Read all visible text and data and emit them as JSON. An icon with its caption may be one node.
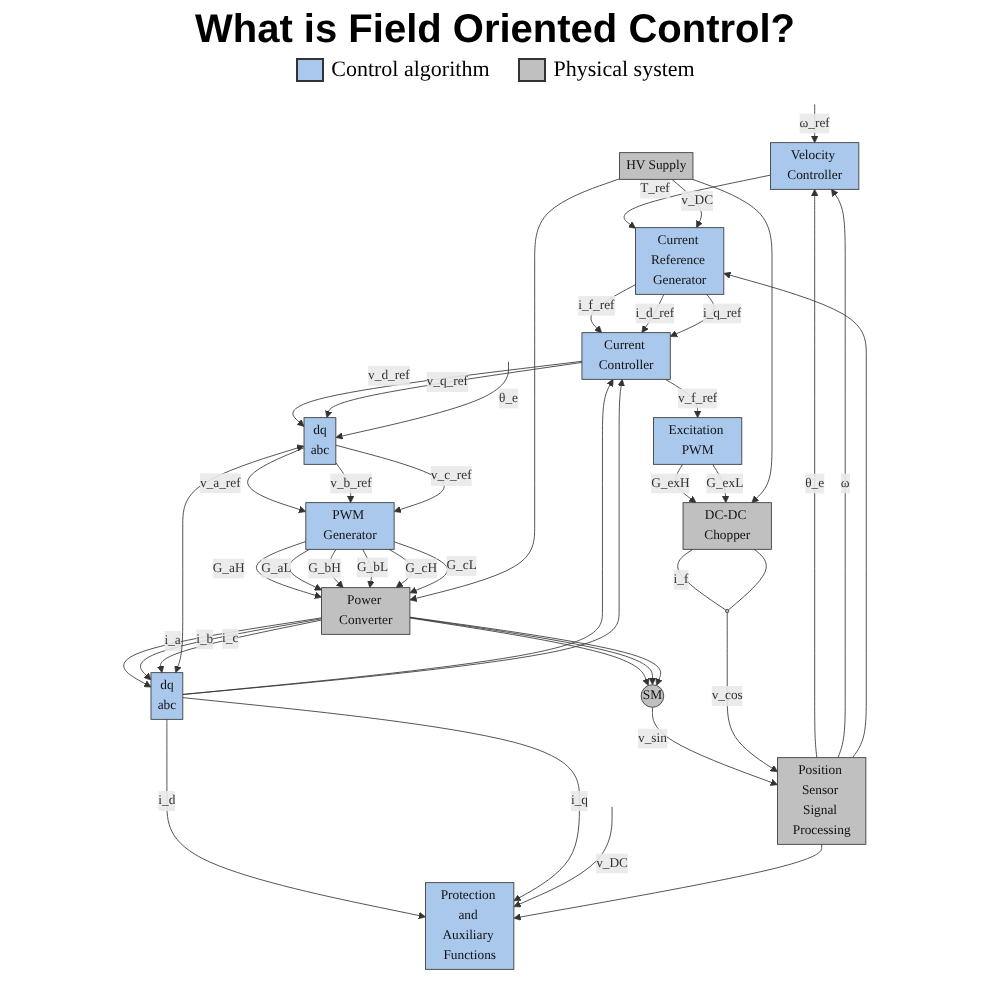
{
  "diagram": {
    "title": "What is Field Oriented Control?",
    "nodes": [
      {
        "text": [
          "Velocity Controller"
        ]
      },
      {
        "text": [
          "Current Reference Generator"
        ]
      },
      {
        "text": [
          "Current Controller"
        ]
      },
      {
        "text": [
          "dq",
          "abc"
        ]
      },
      {
        "text": [
          "Excitation PWM"
        ]
      },
      {
        "text": [
          "PWM Generator"
        ]
      },
      {
        "text": [
          "HV Supply"
        ]
      },
      {
        "text": [
          "Power Converter"
        ]
      },
      {
        "text": [
          "DC-DC Chopper"
        ]
      },
      {
        "text": [
          "Protection and Auxiliary Functions"
        ]
      },
      {
        "text": [
          "dq",
          "abc"
        ]
      },
      {
        "text": [
          "SM"
        ]
      },
      {
        "text": [],
        "shape": "circle"
      },
      {
        "text": [
          "Position Sensor Signal Processing"
        ]
      }
    ],
    "edges": [
      {
        "from": null,
        "to": 0,
        "arrow": "to",
        "label": "ω_ref"
      },
      {
        "from": 0,
        "to": 1,
        "arrow": "to",
        "label": "T_ref"
      },
      {
        "from": 1,
        "to": 2,
        "arrow": "to",
        "label": "i_f_ref"
      },
      {
        "from": 1,
        "to": 2,
        "arrow": "to",
        "label": "i_d_ref"
      },
      {
        "from": 1,
        "to": 2,
        "arrow": "to",
        "label": "i_q_ref"
      },
      {
        "from": 2,
        "to": 4,
        "arrow": "to",
        "label": "v_f_ref"
      },
      {
        "from": 2,
        "to": 3,
        "arrow": "to",
        "label": "v_d_ref"
      },
      {
        "from": 2,
        "to": 3,
        "arrow": "to",
        "label": "v_q_ref"
      },
      {
        "from": 3,
        "to": 5,
        "arrow": "to",
        "label": "v_a_ref"
      },
      {
        "from": 3,
        "to": 5,
        "arrow": "to",
        "label": "v_b_ref"
      },
      {
        "from": 3,
        "to": 5,
        "arrow": "to",
        "label": "v_c_ref"
      },
      {
        "from": 5,
        "to": 7,
        "arrow": "to",
        "label": "G_aH"
      },
      {
        "from": 5,
        "to": 7,
        "arrow": "to",
        "label": "G_aL"
      },
      {
        "from": 5,
        "to": 7,
        "arrow": "to",
        "label": "G_bH"
      },
      {
        "from": 5,
        "to": 7,
        "arrow": "to",
        "label": "G_bL"
      },
      {
        "from": 5,
        "to": 7,
        "arrow": "to",
        "label": "G_cH"
      },
      {
        "from": 5,
        "to": 7,
        "arrow": "to",
        "label": "G_cL"
      },
      {
        "from": 4,
        "to": 8,
        "arrow": "to",
        "label": "G_exH"
      },
      {
        "from": 4,
        "to": 8,
        "arrow": "to",
        "label": "G_exL"
      },
      {
        "from": 6,
        "to": 1,
        "arrow": "to",
        "label": "v_DC"
      },
      {
        "from": 6,
        "to": 7,
        "arrow": "to"
      },
      {
        "from": 6,
        "to": 8,
        "arrow": "to"
      },
      {
        "from": 7,
        "to": 11,
        "arrow": "to"
      },
      {
        "from": 7,
        "to": 11,
        "arrow": "to"
      },
      {
        "from": 7,
        "to": 11,
        "arrow": "to"
      },
      {
        "from": 7,
        "to": 10,
        "arrow": "to",
        "label": "i_a"
      },
      {
        "from": 7,
        "to": 10,
        "arrow": "to",
        "label": "i_b"
      },
      {
        "from": 7,
        "to": 10,
        "arrow": "to",
        "label": "i_c"
      },
      {
        "from": 8,
        "to": 12,
        "arrow": "none",
        "label": "i_f"
      },
      {
        "from": 8,
        "to": 12,
        "arrow": "none"
      },
      {
        "from": null,
        "to": 3,
        "arrow": "to",
        "label": "θ_e"
      },
      {
        "from": 3,
        "to": 10,
        "arrow": "both"
      },
      {
        "from": 10,
        "to": 9,
        "arrow": "to",
        "label": "i_d"
      },
      {
        "from": 10,
        "to": 9,
        "arrow": "to",
        "label": "i_q"
      },
      {
        "from": 10,
        "to": 2,
        "arrow": "to"
      },
      {
        "from": 10,
        "to": 2,
        "arrow": "to"
      },
      {
        "from": null,
        "to": 9,
        "arrow": "to",
        "label": "v_DC"
      },
      {
        "from": 13,
        "to": 0,
        "arrow": "to",
        "label": "θ_e"
      },
      {
        "from": 13,
        "to": 0,
        "arrow": "to",
        "label": "ω"
      },
      {
        "from": 13,
        "to": 9,
        "arrow": "to"
      },
      {
        "from": 13,
        "to": 1,
        "arrow": "to"
      },
      {
        "from": 11,
        "to": 13,
        "arrow": "to",
        "label": "v_sin"
      },
      {
        "from": 12,
        "to": 13,
        "arrow": "to",
        "label": "v_cos"
      }
    ],
    "legend": [
      {
        "text": "Control algorithm",
        "color": "#a9c8ec"
      },
      {
        "text": "Physical system",
        "color": "#c0c0c0"
      }
    ]
  }
}
